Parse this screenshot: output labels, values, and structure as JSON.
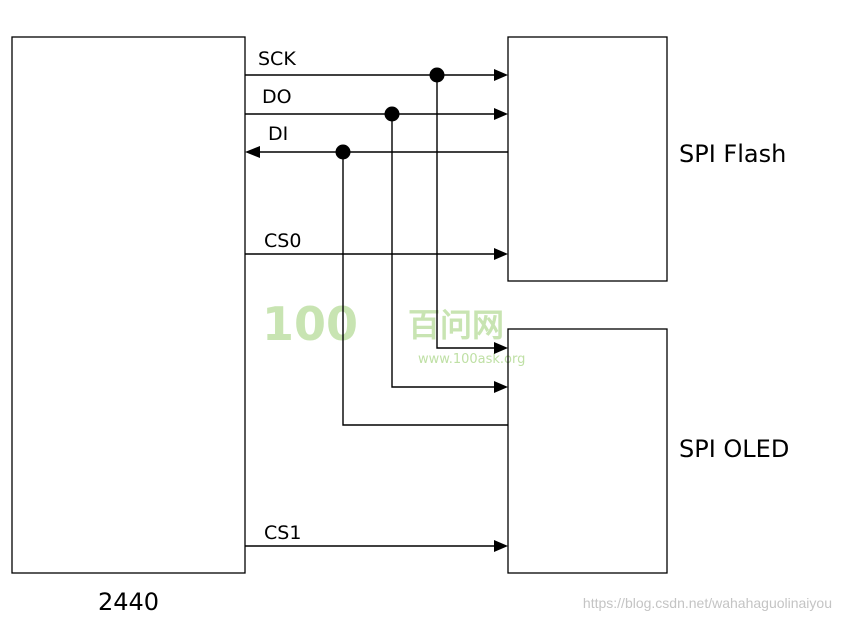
{
  "blocks": {
    "cpu": "2440",
    "flash": "SPI Flash",
    "oled": "SPI OLED"
  },
  "signals": {
    "sck": "SCK",
    "do": "DO",
    "di": "DI",
    "cs0": "CS0",
    "cs1": "CS1"
  },
  "watermark": {
    "logo_number": "100",
    "logo_text": "百问网",
    "url": "www.100ask.org"
  },
  "source_url": "https://blog.csdn.net/wahahaguolinaiyou"
}
